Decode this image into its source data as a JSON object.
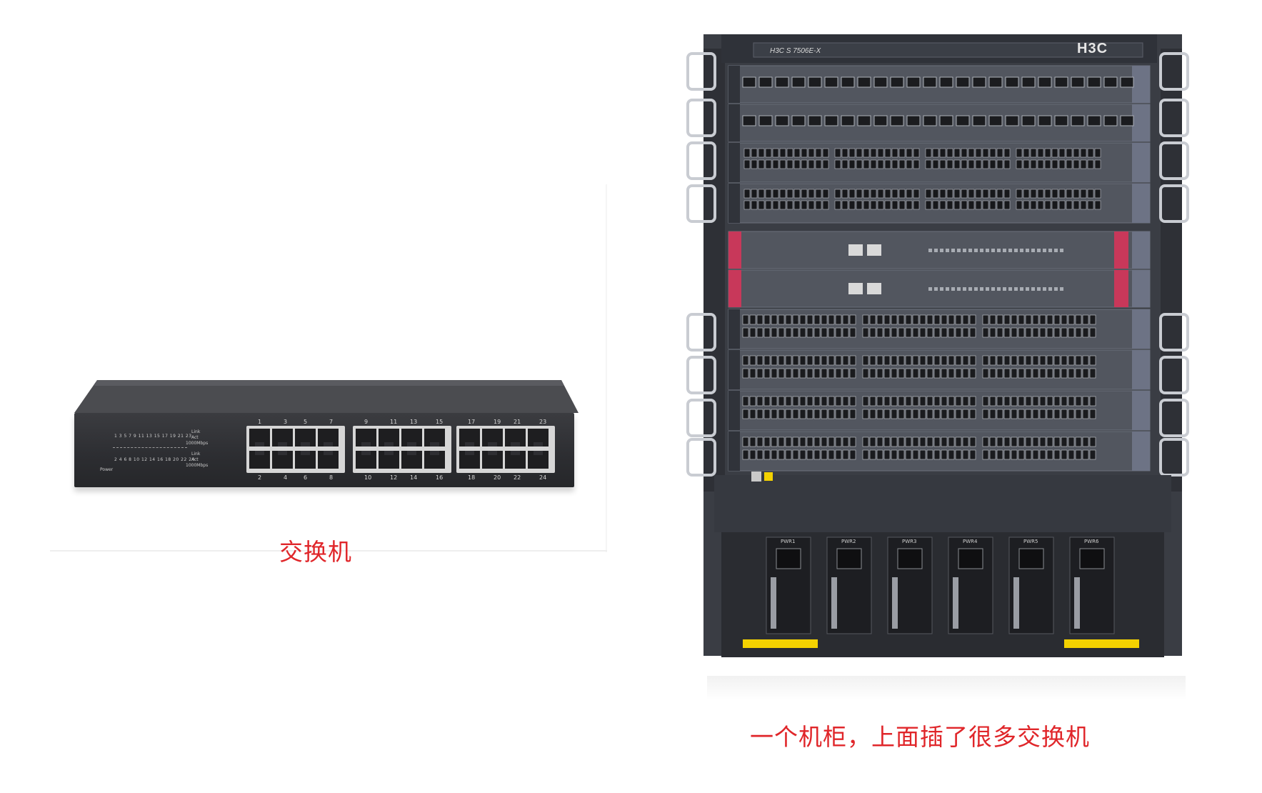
{
  "left_switch": {
    "caption": "交换机",
    "port_numbers_top": [
      "1",
      "3",
      "5",
      "7",
      "9",
      "11",
      "13",
      "15",
      "17",
      "19",
      "21",
      "23"
    ],
    "port_numbers_bottom": [
      "2",
      "4",
      "6",
      "8",
      "10",
      "12",
      "14",
      "16",
      "18",
      "20",
      "22",
      "24"
    ],
    "led_labels": [
      "Link",
      "Act",
      "1000Mbps",
      "Link",
      "Act",
      "1000Mbps"
    ],
    "power_label": "Power",
    "led_row_top": "1 3 5 7 9 11 13 15 17 19 21 23",
    "led_row_bottom": "2 4 6 8 10 12 14 16 18 20 22 24"
  },
  "chassis": {
    "caption": "一个机柜，上面插了很多交换机",
    "model": "H3C S 7506E-X",
    "logo": "H3C",
    "power_slots": [
      "PWR1",
      "PWR2",
      "PWR3",
      "PWR4",
      "PWR5",
      "PWR6"
    ],
    "colors": {
      "chassis": "#3a3d44",
      "accent_red": "#c8385a",
      "warning_yellow": "#f4d200"
    }
  }
}
